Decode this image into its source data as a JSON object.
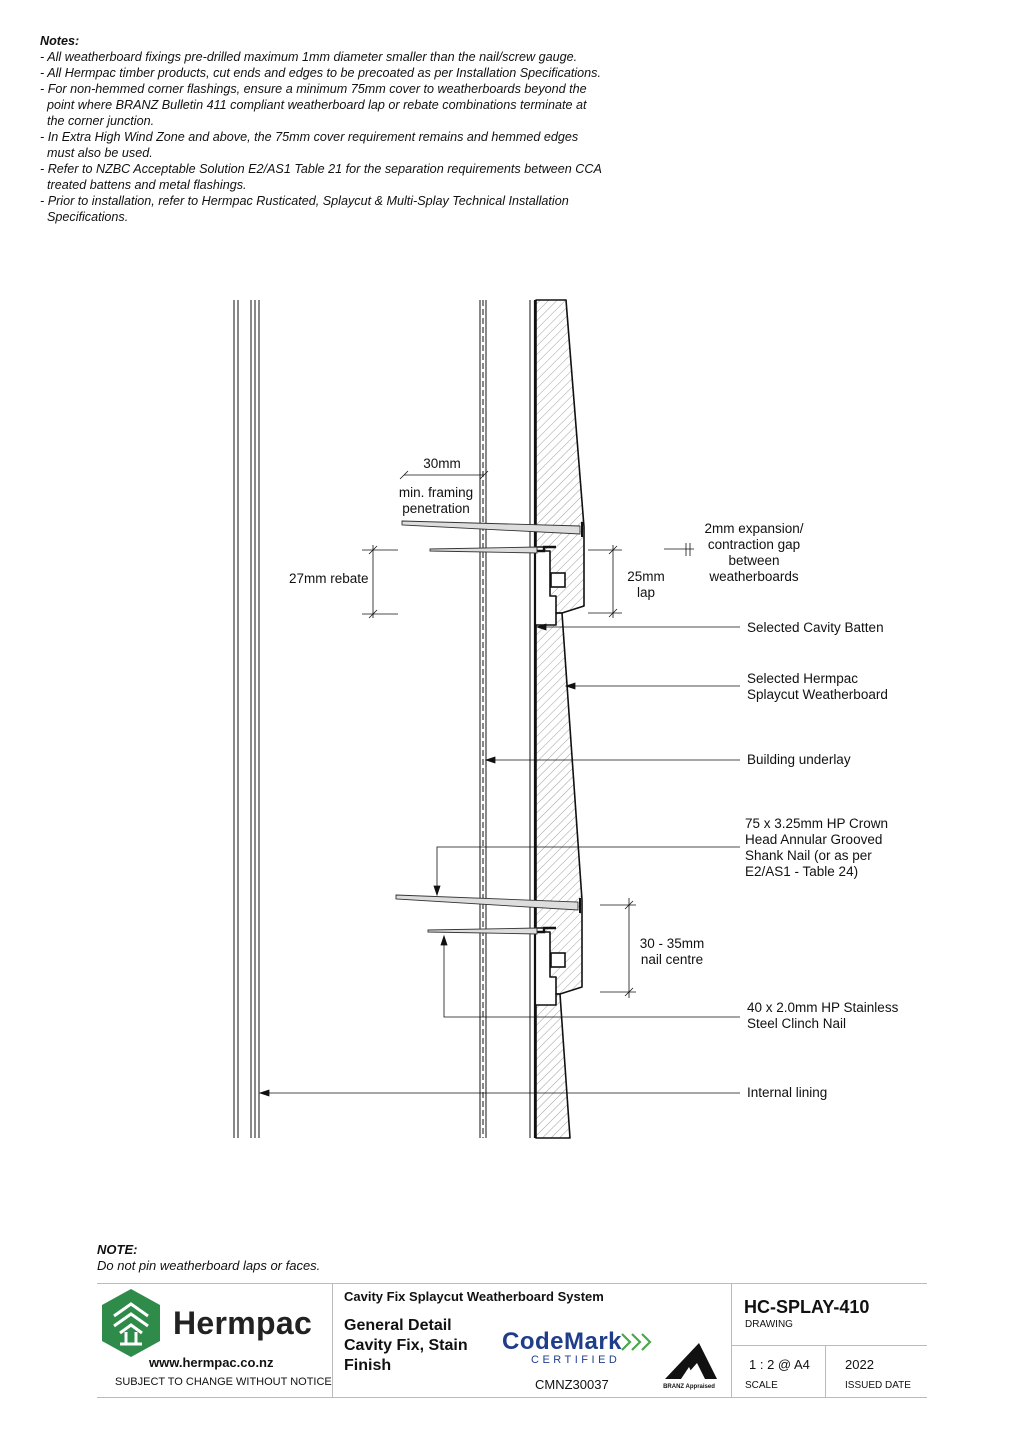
{
  "notes": {
    "title": "Notes:",
    "lines": [
      "- All weatherboard fixings pre-drilled maximum 1mm diameter smaller than the nail/screw gauge.",
      "- All Hermpac timber products, cut ends and edges to be precoated as per Installation Specifications.",
      "- For non-hemmed corner flashings, ensure a minimum 75mm cover to weatherboards beyond the",
      "  point where BRANZ Bulletin 411 compliant weatherboard lap or rebate combinations terminate at",
      "  the corner junction.",
      "- In Extra High Wind Zone and above, the 75mm cover requirement remains and hemmed edges",
      "  must also be used.",
      "- Refer to NZBC Acceptable Solution E2/AS1 Table 21 for the separation requirements between CCA",
      "  treated battens and metal flashings.",
      "- Prior to installation, refer to Hermpac Rusticated, Splaycut & Multi-Splay Technical Installation",
      "  Specifications."
    ]
  },
  "diagram": {
    "dim_penetration": "30mm",
    "penetration_label_1": "min. framing",
    "penetration_label_2": "penetration",
    "rebate": "27mm rebate",
    "lap_1": "25mm",
    "lap_2": "lap",
    "gap_1": "2mm expansion/",
    "gap_2": "contraction gap",
    "gap_3": "between",
    "gap_4": "weatherboards",
    "batten": "Selected Cavity Batten",
    "weatherboard_1": "Selected Hermpac",
    "weatherboard_2": "Splaycut Weatherboard",
    "underlay": "Building underlay",
    "crown_nail_1": "75 x 3.25mm HP Crown",
    "crown_nail_2": "Head Annular Grooved",
    "crown_nail_3": "Shank Nail (or as per",
    "crown_nail_4": "E2/AS1 - Table 24)",
    "nail_centre_1": "30 - 35mm",
    "nail_centre_2": "nail centre",
    "clinch_nail_1": "40 x 2.0mm HP Stainless",
    "clinch_nail_2": "Steel Clinch Nail",
    "lining": "Internal lining"
  },
  "bottom_note": {
    "title": "NOTE:",
    "text": "Do not pin weatherboard laps or faces."
  },
  "titleblock": {
    "brand": "Hermpac",
    "website": "www.hermpac.co.nz",
    "disclaimer": "SUBJECT TO CHANGE WITHOUT NOTICE",
    "system": "Cavity Fix Splaycut Weatherboard System",
    "title_1": "General Detail",
    "title_2": "Cavity Fix, Stain",
    "title_3": "Finish",
    "codemark_word": "CodeMark",
    "codemark_cert": "CERTIFIED",
    "codemark_number": "CMNZ30037",
    "branz_label": "BRANZ Appraised",
    "drawing_no": "HC-SPLAY-410",
    "drawing_label": "DRAWING",
    "scale": "1 : 2 @ A4",
    "scale_label": "SCALE",
    "issued": "2022",
    "issued_label": "ISSUED DATE"
  },
  "colors": {
    "brand_green": "#2e8b4a",
    "codemark_blue": "#1f3d8a",
    "line": "#111111"
  }
}
